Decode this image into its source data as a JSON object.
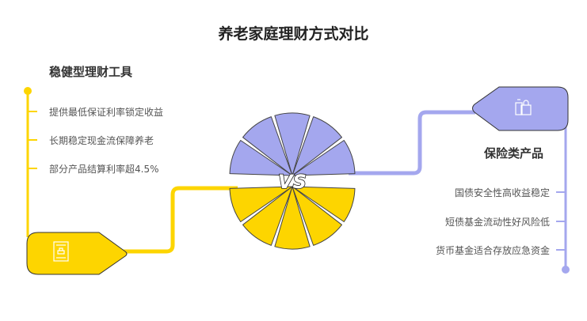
{
  "title": "养老家庭理财方式对比",
  "vs_label": "VS",
  "left": {
    "heading": "稳健型理财工具",
    "items": [
      "提供最低保证利率锁定收益",
      "长期稳定现金流保障养老",
      "部分产品结算利率超4.5%"
    ],
    "icon": "document-icon",
    "color": "#fdd500"
  },
  "right": {
    "heading": "保险类产品",
    "items": [
      "国债安全性高收益稳定",
      "短债基金流动性好风险低",
      "货币基金适合存放应急资金"
    ],
    "icon": "shopping-bags-icon",
    "color": "#a4a7ee"
  }
}
